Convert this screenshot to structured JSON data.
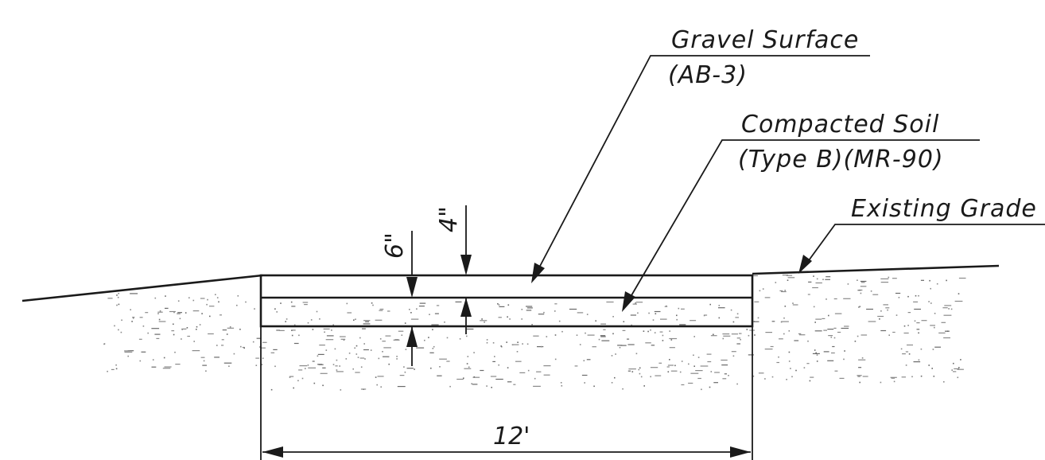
{
  "labels": {
    "gravel_surface": "Gravel Surface",
    "gravel_code": "(AB-3)",
    "compacted_soil": "Compacted Soil",
    "compacted_soil_spec": "(Type B)(MR-90)",
    "existing_grade": "Existing Grade"
  },
  "dimensions": {
    "gravel_depth": "4\"",
    "soil_depth": "6\"",
    "width": "12'"
  },
  "colors": {
    "ink": "#1a1a1a",
    "stipple": "#8a8a8a",
    "background": "#ffffff"
  }
}
